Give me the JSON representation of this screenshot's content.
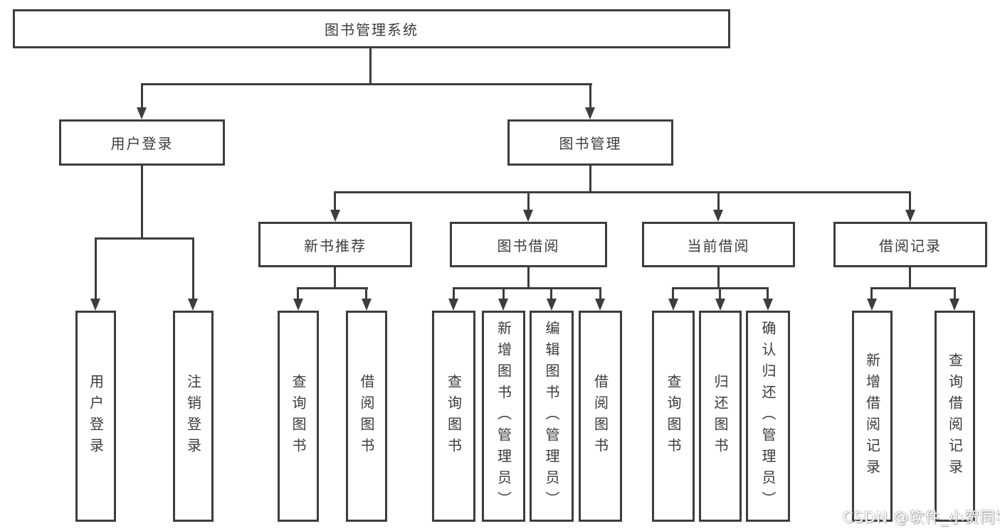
{
  "tree": {
    "label": "图书管理系统",
    "children": [
      {
        "label": "用户登录",
        "children": [
          {
            "label": "用户登录"
          },
          {
            "label": "注销登录"
          }
        ]
      },
      {
        "label": "图书管理",
        "children": [
          {
            "label": "新书推荐",
            "children": [
              {
                "label": "查询图书"
              },
              {
                "label": "借阅图书"
              }
            ]
          },
          {
            "label": "图书借阅",
            "children": [
              {
                "label": "查询图书"
              },
              {
                "label": "新增图书（管理员）"
              },
              {
                "label": "编辑图书（管理员）"
              },
              {
                "label": "借阅图书"
              }
            ]
          },
          {
            "label": "当前借阅",
            "children": [
              {
                "label": "查询图书"
              },
              {
                "label": "归还图书"
              },
              {
                "label": "确认归还（管理员）"
              }
            ]
          },
          {
            "label": "借阅记录",
            "children": [
              {
                "label": "新增借阅记录"
              },
              {
                "label": "查询借阅记录"
              }
            ]
          }
        ]
      }
    ]
  },
  "watermark": "CSDN @软件_小贺同学",
  "colors": {
    "line": "#3d3d3d",
    "text": "#3b3b3b",
    "background": "#ffffff",
    "watermark_text": "#ffffff"
  }
}
